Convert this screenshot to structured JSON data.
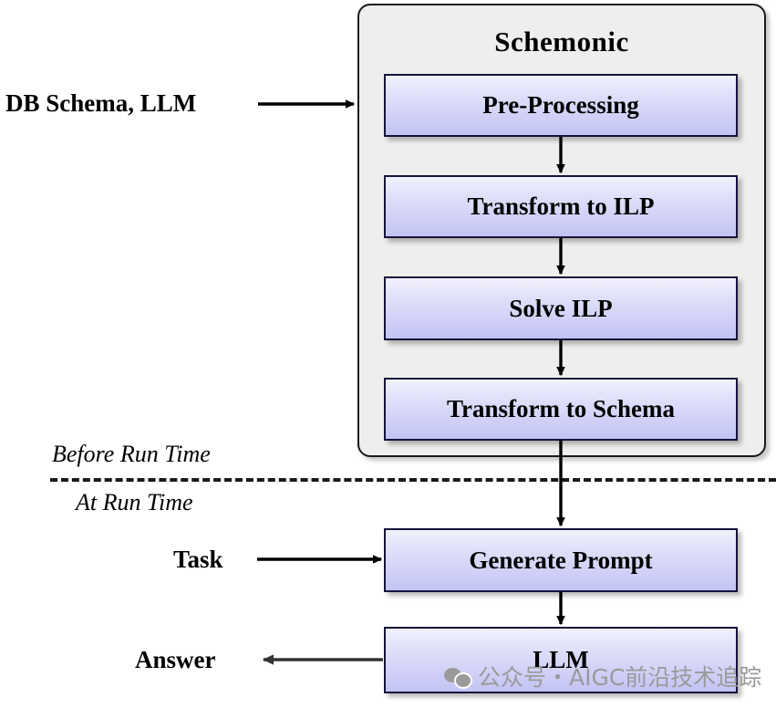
{
  "diagram": {
    "title": "Schemonic",
    "group": {
      "label": "Schemonic",
      "steps": [
        {
          "id": "pre-processing",
          "label": "Pre-Processing"
        },
        {
          "id": "transform-to-ilp",
          "label": "Transform to ILP"
        },
        {
          "id": "solve-ilp",
          "label": "Solve ILP"
        },
        {
          "id": "transform-to-schema",
          "label": "Transform to Schema"
        }
      ]
    },
    "runtime_steps": [
      {
        "id": "generate-prompt",
        "label": "Generate Prompt"
      },
      {
        "id": "llm",
        "label": "LLM"
      }
    ],
    "inputs": [
      {
        "id": "db-schema-llm",
        "label": "DB Schema, LLM"
      },
      {
        "id": "task",
        "label": "Task"
      }
    ],
    "outputs": [
      {
        "id": "answer",
        "label": "Answer"
      }
    ],
    "phases": [
      {
        "id": "before-run-time",
        "label": "Before Run Time"
      },
      {
        "id": "at-run-time",
        "label": "At Run Time"
      }
    ],
    "colors": {
      "box_fill_top": "#f2f2fd",
      "box_fill_bottom": "#c3c3f4",
      "box_border": "#14143c",
      "group_fill": "#eeeeec",
      "group_border": "#1a1a1a",
      "arrow": "#000000",
      "watermark": "#9a9a9a",
      "background": "#ffffff"
    }
  },
  "watermark": {
    "icon": "wechat-icon",
    "text": "公众号・AIGC前沿技术追踪"
  }
}
